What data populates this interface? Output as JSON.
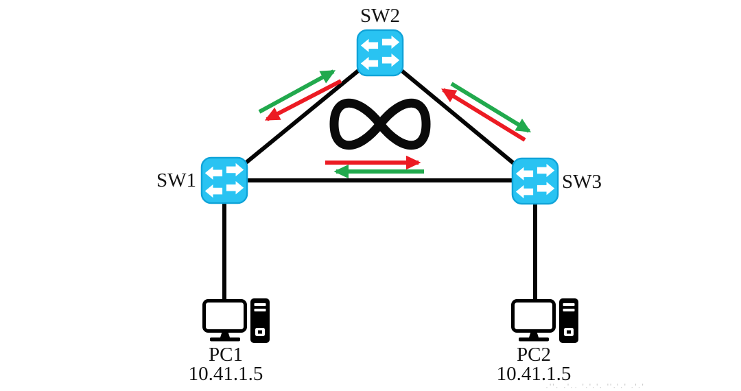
{
  "nodes": {
    "sw1": {
      "label": "SW1",
      "type": "switch"
    },
    "sw2": {
      "label": "SW2",
      "type": "switch"
    },
    "sw3": {
      "label": "SW3",
      "type": "switch"
    },
    "pc1": {
      "label": "PC1",
      "ip": "10.41.1.5",
      "type": "pc"
    },
    "pc2": {
      "label": "PC2",
      "ip": "10.41.1.5",
      "type": "pc"
    }
  },
  "links": [
    "SW1-SW2",
    "SW2-SW3",
    "SW1-SW3",
    "SW1-PC1",
    "SW3-PC2"
  ],
  "traffic_arrows": [
    {
      "link": "SW1-SW2",
      "color": "green",
      "direction": "toward SW2"
    },
    {
      "link": "SW1-SW2",
      "color": "red",
      "direction": "toward SW1"
    },
    {
      "link": "SW2-SW3",
      "color": "green",
      "direction": "toward SW3"
    },
    {
      "link": "SW2-SW3",
      "color": "red",
      "direction": "toward SW2"
    },
    {
      "link": "SW1-SW3",
      "color": "red",
      "direction": "toward SW3"
    },
    {
      "link": "SW1-SW3",
      "color": "green",
      "direction": "toward SW1"
    }
  ],
  "loop_symbol": "infinity",
  "icons": {
    "switch": "network-switch-icon",
    "pc": "desktop-pc-icon",
    "loop": "infinity-loop-icon"
  },
  "colors": {
    "switch_fill": "#29C3F2",
    "switch_border": "#0FA3D8",
    "link_line": "#000000",
    "arrow_green": "#21A94D",
    "arrow_red": "#EC1B23"
  },
  "watermark": {
    "partial_text": "·''· ·'·· '·'·'· ''·'·' ·'·'"
  }
}
